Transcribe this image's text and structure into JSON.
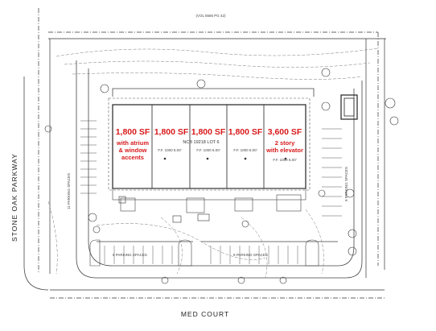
{
  "header_note": "(VOL 6566 PG 42)",
  "streets": {
    "west": "STONE OAK PARKWAY",
    "south": "MED COURT"
  },
  "lot_label": "NCB 19218   LOT 6",
  "units": [
    {
      "area": "1,800 SF",
      "note": [
        "with atrium",
        "& window",
        "accents"
      ]
    },
    {
      "area": "1,800 SF",
      "note": []
    },
    {
      "area": "1,800 SF",
      "note": []
    },
    {
      "area": "1,800 SF",
      "note": []
    },
    {
      "area": "3,600 SF",
      "note": [
        "2 story",
        "with elevator"
      ]
    }
  ],
  "floor_labels": [
    "F.F. 1000 5.00'",
    "F.F. 1000 5.00'",
    "F.F. 1000 5.00'",
    "F.F. 1000 5.00'"
  ],
  "parking_labels": [
    "11 PARKING SPACES",
    "8 PARKING SPACES",
    "8 PARKING SPACES",
    "9 PARKING SPACES"
  ],
  "colors": {
    "label_red": "#d8191b",
    "linework": "#333333"
  }
}
